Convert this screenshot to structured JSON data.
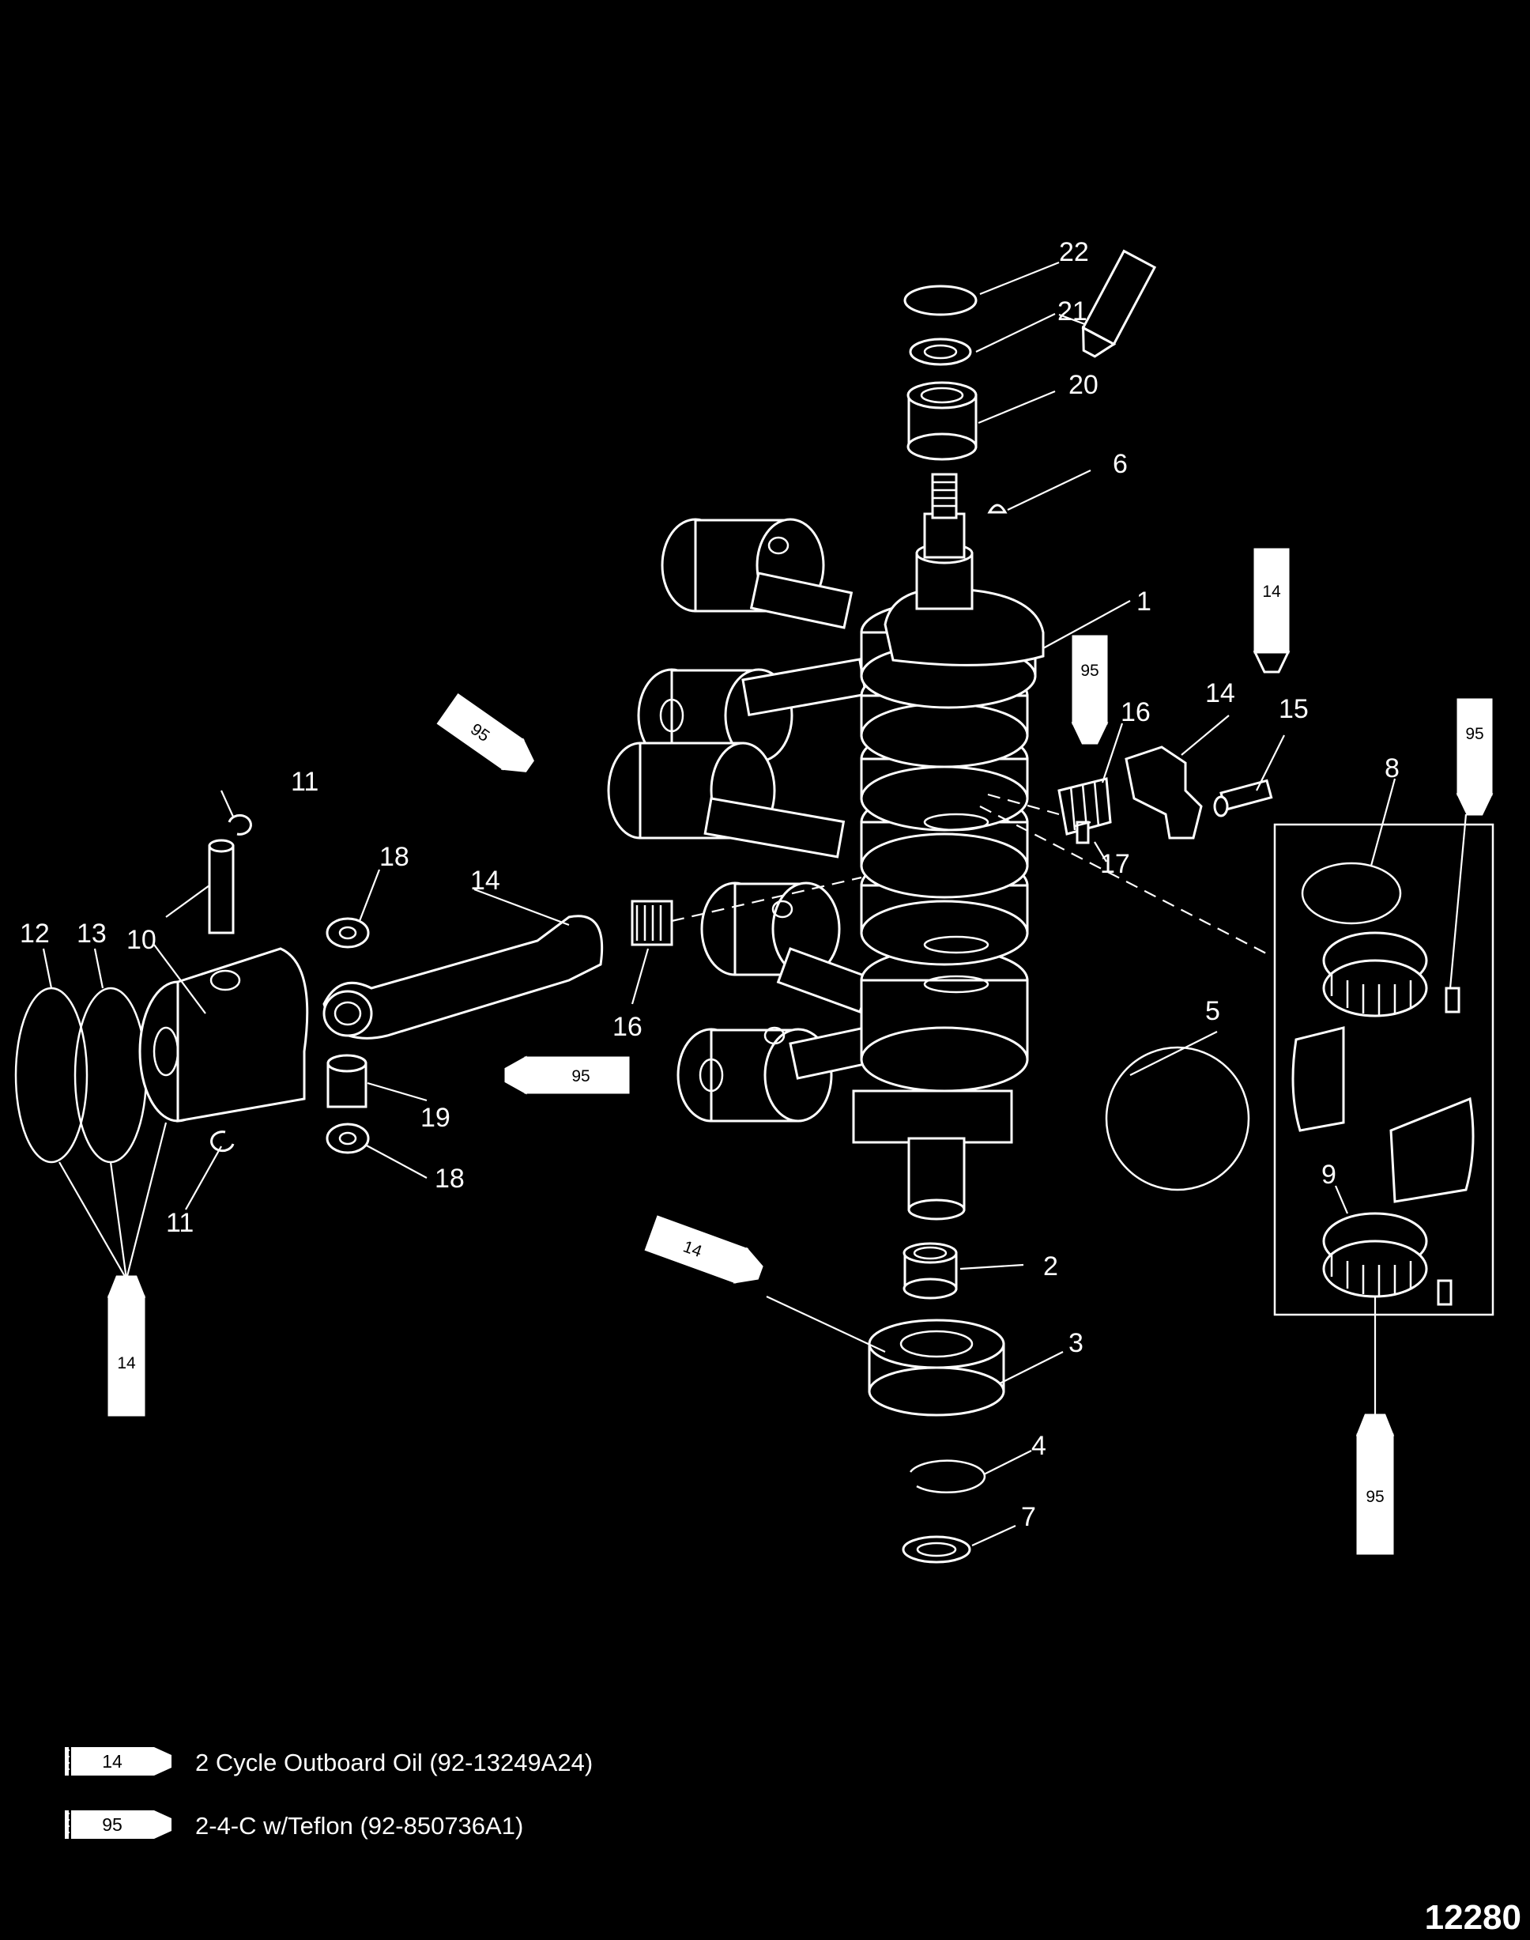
{
  "callouts": {
    "c1": "1",
    "c2": "2",
    "c3": "3",
    "c4": "4",
    "c5": "5",
    "c6": "6",
    "c7": "7",
    "c8": "8",
    "c9": "9",
    "c10": "10",
    "c11a": "11",
    "c11b": "11",
    "c12": "12",
    "c13": "13",
    "c14a": "14",
    "c14b": "14",
    "c15": "15",
    "c16a": "16",
    "c16b": "16",
    "c17": "17",
    "c18a": "18",
    "c18b": "18",
    "c19": "19",
    "c20": "20",
    "c21": "21",
    "c22": "22"
  },
  "tubes": {
    "t_top": "14",
    "t_right_top": "14",
    "t_16": "95",
    "t_rod": "95",
    "t_19": "95",
    "t_right_box": "95",
    "t_bottom_rings": "14",
    "t_bearing": "14",
    "t_right_bottom": "95"
  },
  "legend": [
    {
      "tube": "14",
      "text": "2 Cycle Outboard Oil (92-13249A24)"
    },
    {
      "tube": "95",
      "text": "2-4-C w/Teflon (92-850736A1)"
    }
  ],
  "figure_number": "12280"
}
